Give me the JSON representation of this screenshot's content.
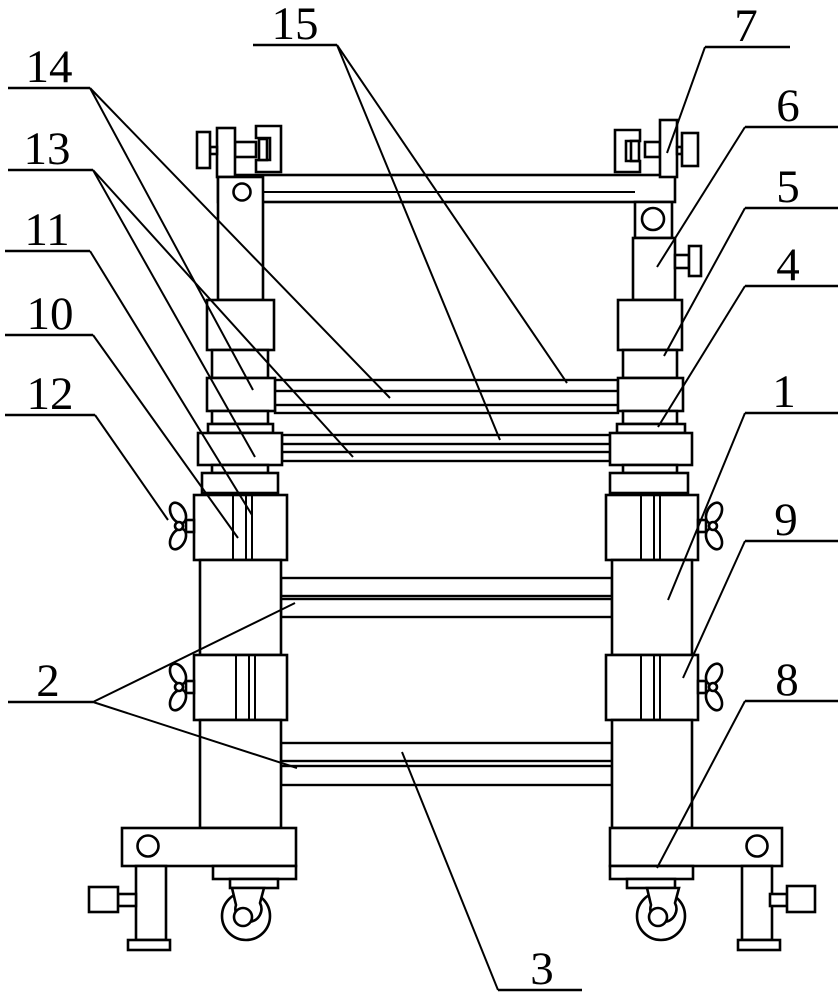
{
  "figure": {
    "title": "patent-figure-mobile-frame",
    "background_color": "#ffffff",
    "line_color": "#000000",
    "description": "Line drawing of a mobile support frame: top beam with end clamps, two telescoping columns of stacked blocks, four pairs of horizontal crossbars, clamp blocks with wing bolts, base plates with swivel casters and leveling screw legs."
  },
  "callouts": [
    {
      "label": "15",
      "text": [
        295,
        39
      ],
      "underline": [
        253,
        337,
        45
      ],
      "leaders": [
        [
          337,
          45,
          567,
          383
        ],
        [
          337,
          45,
          500,
          440
        ]
      ]
    },
    {
      "label": "7",
      "text": [
        746,
        41
      ],
      "underline": [
        705,
        790,
        47
      ],
      "leaders": [
        [
          705,
          47,
          667,
          153
        ]
      ]
    },
    {
      "label": "6",
      "text": [
        788,
        121
      ],
      "underline": [
        745,
        838,
        127
      ],
      "leaders": [
        [
          745,
          127,
          657,
          267
        ]
      ]
    },
    {
      "label": "5",
      "text": [
        788,
        202
      ],
      "underline": [
        745,
        838,
        208
      ],
      "leaders": [
        [
          745,
          208,
          664,
          356
        ]
      ]
    },
    {
      "label": "4",
      "text": [
        788,
        280
      ],
      "underline": [
        745,
        838,
        286
      ],
      "leaders": [
        [
          745,
          286,
          658,
          427
        ]
      ]
    },
    {
      "label": "1",
      "text": [
        784,
        407
      ],
      "underline": [
        745,
        838,
        413
      ],
      "leaders": [
        [
          745,
          413,
          668,
          600
        ]
      ]
    },
    {
      "label": "9",
      "text": [
        786,
        535
      ],
      "underline": [
        745,
        838,
        541
      ],
      "leaders": [
        [
          745,
          541,
          683,
          678
        ]
      ]
    },
    {
      "label": "8",
      "text": [
        787,
        695
      ],
      "underline": [
        745,
        838,
        701
      ],
      "leaders": [
        [
          745,
          701,
          657,
          868
        ]
      ]
    },
    {
      "label": "14",
      "text": [
        49,
        82
      ],
      "underline": [
        8,
        90,
        88
      ],
      "leaders": [
        [
          90,
          88,
          253,
          390
        ],
        [
          90,
          88,
          390,
          398
        ]
      ]
    },
    {
      "label": "13",
      "text": [
        47,
        164
      ],
      "underline": [
        8,
        93,
        170
      ],
      "leaders": [
        [
          93,
          170,
          255,
          457
        ],
        [
          93,
          170,
          353,
          457
        ]
      ]
    },
    {
      "label": "11",
      "text": [
        47,
        245
      ],
      "underline": [
        5,
        90,
        251
      ],
      "leaders": [
        [
          90,
          251,
          252,
          515
        ]
      ]
    },
    {
      "label": "10",
      "text": [
        50,
        329
      ],
      "underline": [
        5,
        93,
        335
      ],
      "leaders": [
        [
          93,
          335,
          238,
          538
        ]
      ]
    },
    {
      "label": "12",
      "text": [
        50,
        409
      ],
      "underline": [
        5,
        95,
        415
      ],
      "leaders": [
        [
          95,
          415,
          168,
          520
        ]
      ]
    },
    {
      "label": "2",
      "text": [
        48,
        696
      ],
      "underline": [
        8,
        93,
        702
      ],
      "leaders": [
        [
          93,
          702,
          295,
          603
        ],
        [
          93,
          702,
          297,
          768
        ]
      ]
    },
    {
      "label": "3",
      "text": [
        542,
        984
      ],
      "underline": [
        498,
        582,
        990
      ],
      "leaders": [
        [
          498,
          990,
          402,
          752
        ]
      ]
    }
  ]
}
